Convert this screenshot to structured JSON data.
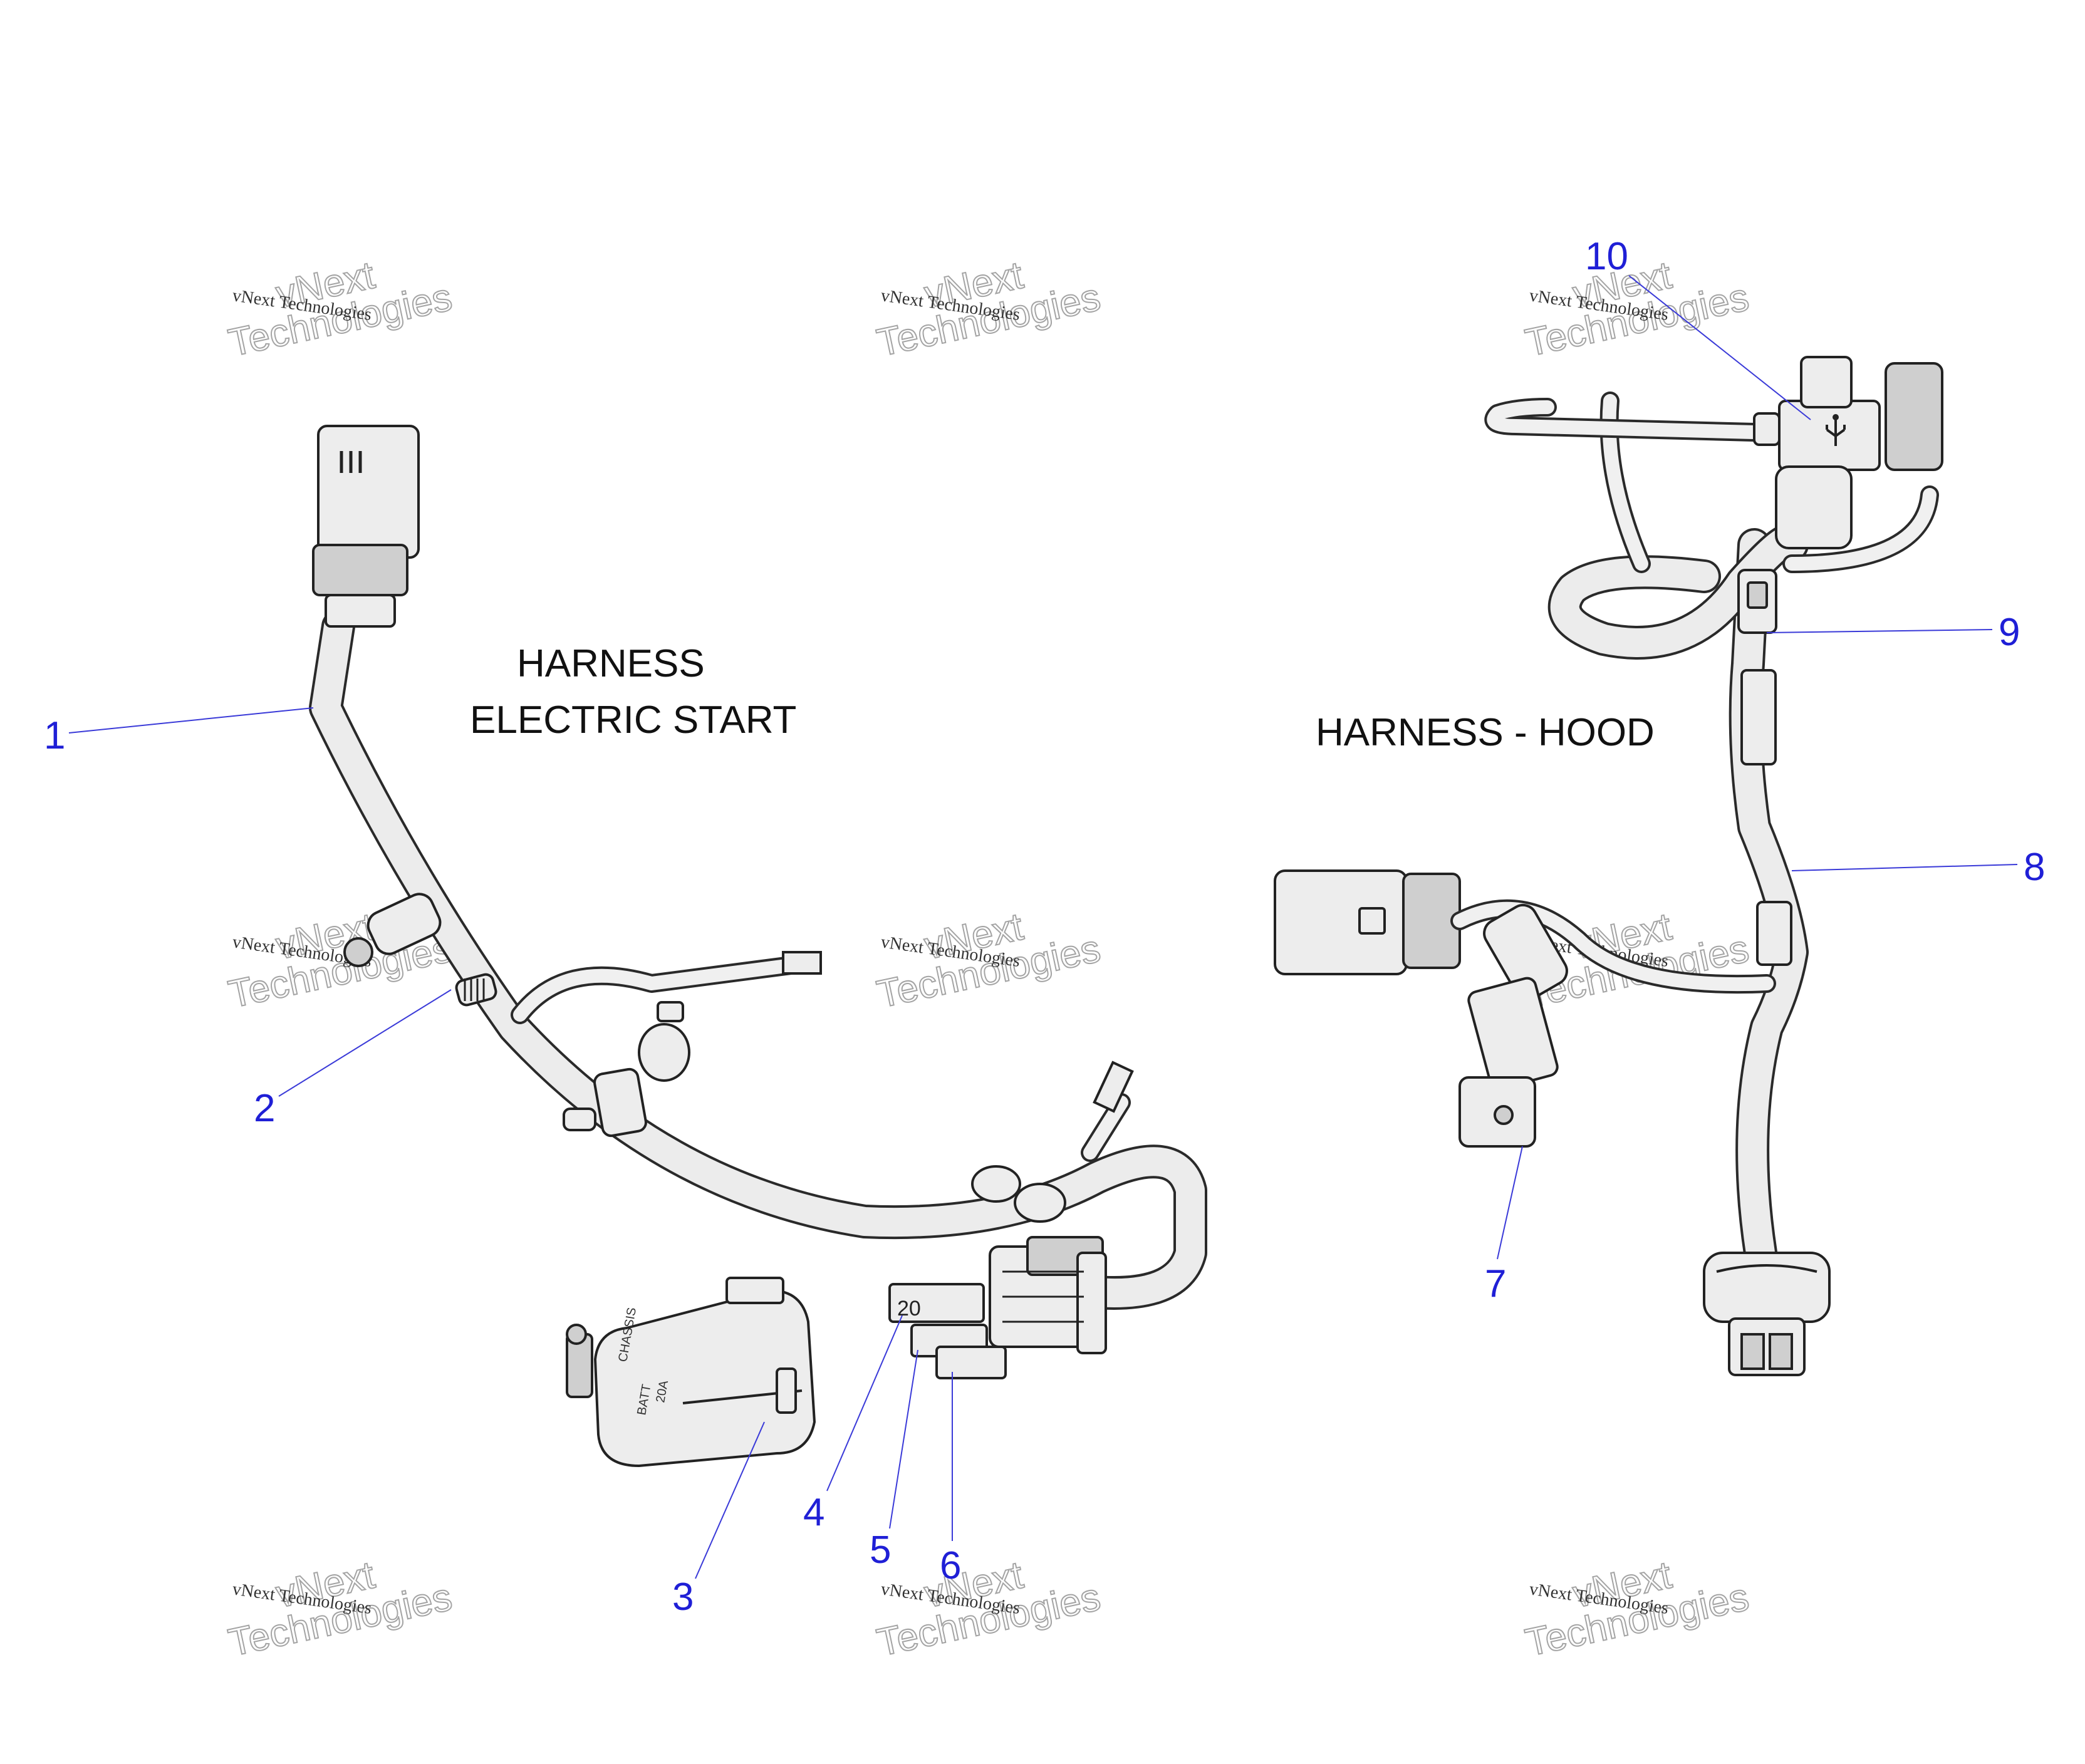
{
  "titles": {
    "electric_start_line1": "HARNESS",
    "electric_start_line2": "ELECTRIC START",
    "hood": "HARNESS - HOOD"
  },
  "callouts": [
    "1",
    "2",
    "3",
    "4",
    "5",
    "6",
    "7",
    "8",
    "9",
    "10"
  ],
  "watermark": {
    "line1": "vNext Technologies",
    "line2": "vNext",
    "line3": "Technologies"
  },
  "fuse_labels": {
    "fuse_4": "20",
    "relay_text_1": "CHASSIS",
    "relay_text_2": "BATT",
    "relay_text_3": "20A"
  },
  "colors": {
    "callout": "#1f1fd6",
    "leader": "#3a3ad8"
  },
  "icons": [
    "usb-icon"
  ]
}
